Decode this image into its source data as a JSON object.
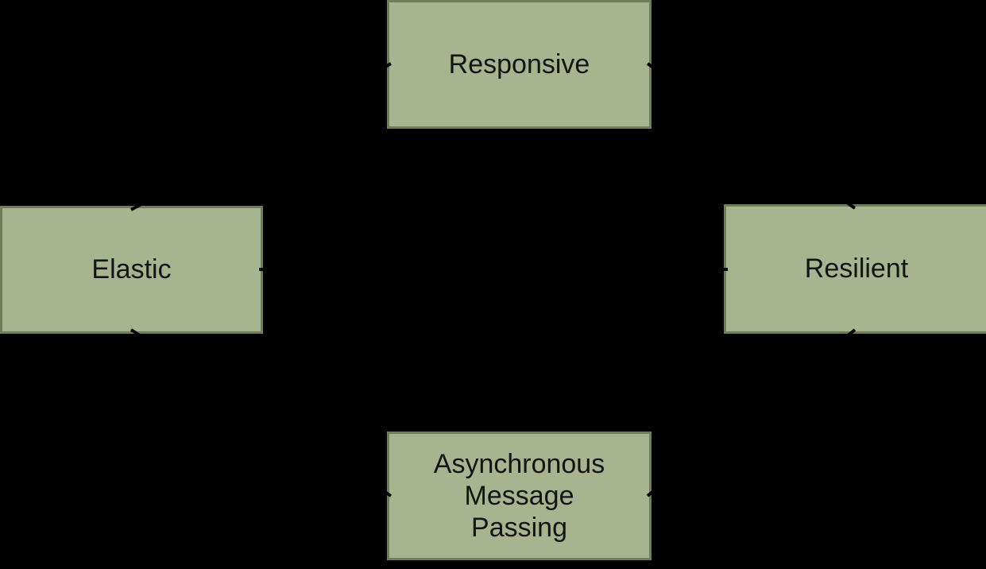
{
  "diagram": {
    "background_color": "#000000",
    "node_fill_color": "#a8b490",
    "node_border_color": "#6f7d5b",
    "node_text_color": "#141414",
    "edge_color": "#000000",
    "nodes": [
      {
        "id": "responsive",
        "label": "Responsive"
      },
      {
        "id": "elastic",
        "label": "Elastic"
      },
      {
        "id": "resilient",
        "label": "Resilient"
      },
      {
        "id": "async-message-passing",
        "label": "Asynchronous\nMessage\nPassing"
      }
    ],
    "edges": [
      {
        "from": "elastic",
        "to": "responsive"
      },
      {
        "from": "resilient",
        "to": "responsive"
      },
      {
        "from": "elastic",
        "to": "resilient"
      },
      {
        "from": "async-message-passing",
        "to": "elastic"
      },
      {
        "from": "async-message-passing",
        "to": "resilient"
      }
    ]
  }
}
